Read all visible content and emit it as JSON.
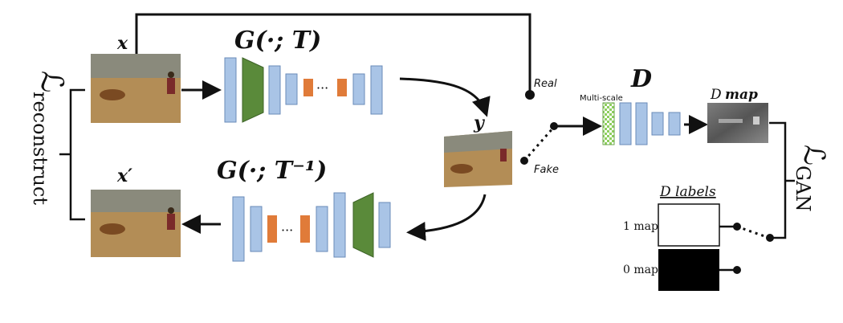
{
  "labels": {
    "x": "x",
    "x_prime": "x′",
    "y": "y",
    "g_forward": "G(·; T)",
    "g_inverse": "G(·; T⁻¹)",
    "d": "D",
    "d_map_d": "D",
    "d_map_word": "map",
    "multi_scale": "Multi-scale",
    "real": "Real",
    "fake": "Fake",
    "d_labels": "D labels",
    "one_map": "1 map",
    "zero_map": "0 map",
    "dots_forward": "···",
    "dots_inverse": "···",
    "loss_reconstruct_symbol": "ℒ",
    "loss_reconstruct_sub": "reconstruct",
    "loss_gan_symbol": "ℒ",
    "loss_gan_sub": "GAN"
  },
  "colors": {
    "conv_blue": "#a9c4e6",
    "conv_green": "#5a8a3a",
    "conv_orange": "#e07b39",
    "checker": "#9bd36a",
    "line": "#111111"
  },
  "icons": {
    "photo": "field-photo-icon",
    "dmap": "d-map-icon"
  }
}
